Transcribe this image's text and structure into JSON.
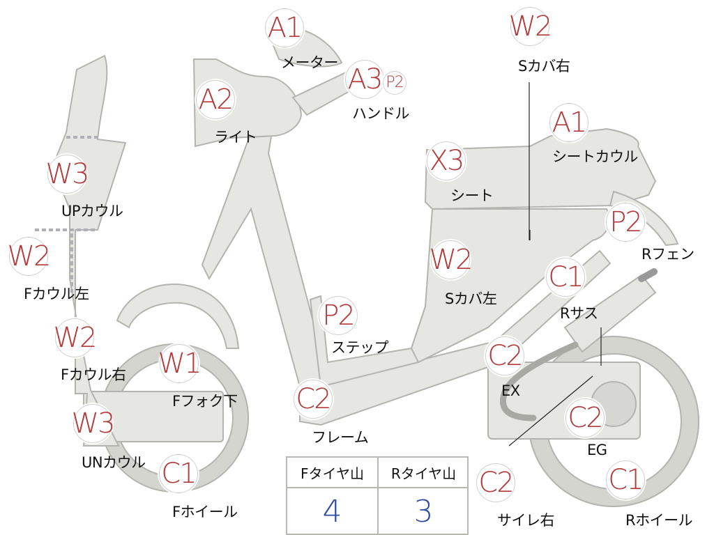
{
  "parts": [
    {
      "id": "meter",
      "code": "A1",
      "label": "メーター"
    },
    {
      "id": "handle",
      "code": "A3",
      "extra_code": "P2",
      "label": "ハンドル"
    },
    {
      "id": "light",
      "code": "A2",
      "label": "ライト"
    },
    {
      "id": "up-cowl",
      "code": "W3",
      "label": "UPカウル"
    },
    {
      "id": "f-cowl-left",
      "code": "W2",
      "label": "Fカウル左"
    },
    {
      "id": "f-cowl-right",
      "code": "W2",
      "label": "Fカウル右"
    },
    {
      "id": "f-fork-lower",
      "code": "W1",
      "label": "Fフォク下"
    },
    {
      "id": "un-cowl",
      "code": "W3",
      "label": "UNカウル"
    },
    {
      "id": "f-wheel",
      "code": "C1",
      "label": "Fホイール"
    },
    {
      "id": "frame",
      "code": "C2",
      "label": "フレーム"
    },
    {
      "id": "step",
      "code": "P2",
      "label": "ステップ"
    },
    {
      "id": "s-cover-left",
      "code": "W2",
      "label": "Sカバ左"
    },
    {
      "id": "s-cover-right",
      "code": "W2",
      "label": "Sカバ右"
    },
    {
      "id": "seat",
      "code": "X3",
      "label": "シート"
    },
    {
      "id": "seat-cowl",
      "code": "A1",
      "label": "シートカウル"
    },
    {
      "id": "r-fender",
      "code": "P2",
      "label": "Rフェン"
    },
    {
      "id": "r-suspension",
      "code": "C1",
      "label": "Rサス"
    },
    {
      "id": "exhaust",
      "code": "C2",
      "label": "EX"
    },
    {
      "id": "engine",
      "code": "C2",
      "label": "EG"
    },
    {
      "id": "silencer-right",
      "code": "C2",
      "label": "サイレ右"
    },
    {
      "id": "r-wheel",
      "code": "C1",
      "label": "Rホイール"
    }
  ],
  "tire_table": {
    "front_header": "Fタイヤ山",
    "rear_header": "Rタイヤ山",
    "front_value": "4",
    "rear_value": "3"
  },
  "colors": {
    "code_text": "#b23a3a",
    "value_text": "#2c4aa0",
    "part_fill": "#e6e6e2"
  }
}
